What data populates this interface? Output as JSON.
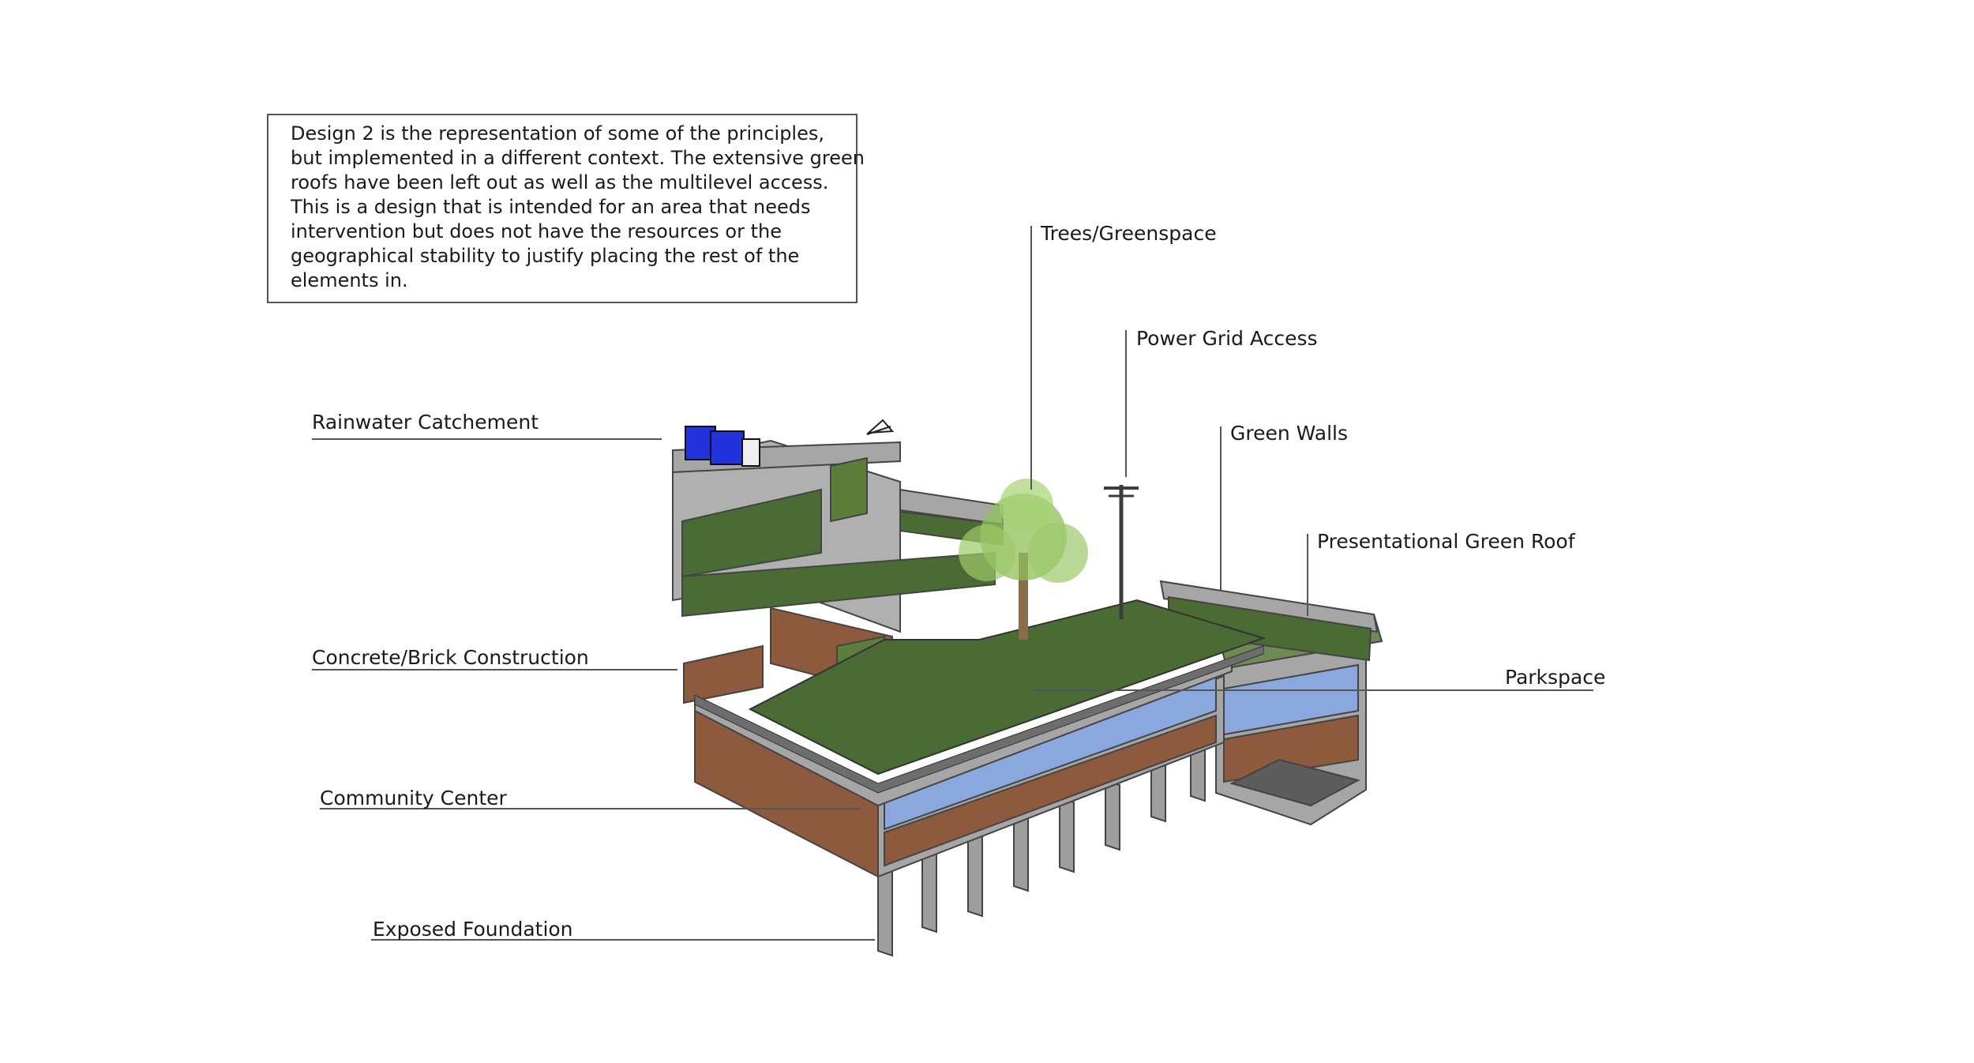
{
  "description": {
    "lines": [
      "Design 2 is the representation of some of the principles,",
      "but implemented in a different context. The extensive green",
      "roofs have been left out as well as the multilevel access.",
      "This is a design that is intended for an area that needs",
      "intervention but does not have the resources or the",
      "geographical stability to justify placing the rest of the",
      "elements in."
    ]
  },
  "labels": {
    "trees": "Trees/Greenspace",
    "power": "Power Grid Access",
    "green_walls": "Green Walls",
    "green_roof": "Presentational Green Roof",
    "rainwater": "Rainwater Catchement",
    "concrete": "Concrete/Brick Construction",
    "parkspace": "Parkspace",
    "community": "Community Center",
    "foundation": "Exposed Foundation"
  },
  "colors": {
    "grass": "#4a6b34",
    "concrete": "#a6a6a6",
    "brick": "#8e5a3d",
    "glass": "#8aa7de",
    "tank": "#2233dd",
    "foliage": "#8fbf5a"
  }
}
